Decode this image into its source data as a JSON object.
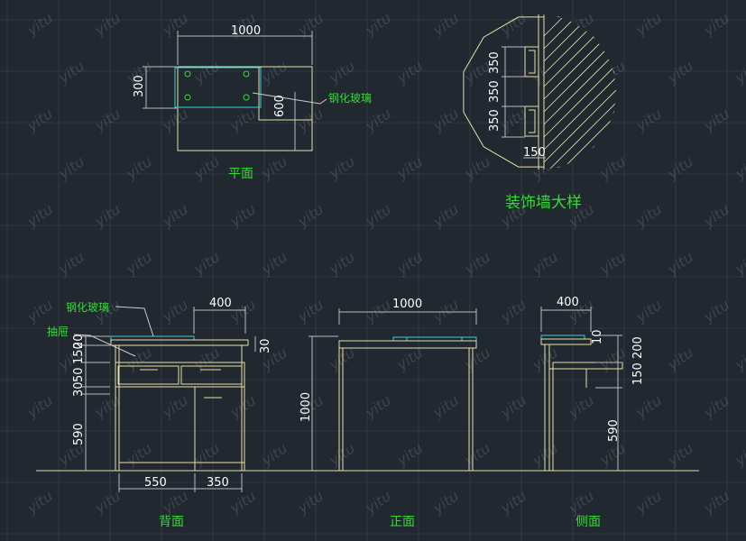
{
  "watermark": "yitu",
  "colors": {
    "background": "#212830",
    "outline": "#e8e0a8",
    "glass": "#38d0d8",
    "dim_text": "#ffffff",
    "label_text": "#33dd33",
    "grid": "#3a4450"
  },
  "plan": {
    "title": "平面",
    "dim_width": "1000",
    "dim_depth": "300",
    "dim_return": "600",
    "glass_label": "钢化玻璃"
  },
  "detail": {
    "title": "装饰墙大样",
    "dim_a": "350",
    "dim_b": "350",
    "dim_c": "350",
    "dim_d": "150"
  },
  "back_elevation": {
    "title": "背面",
    "glass_label": "钢化玻璃",
    "drawer_label": "抽屉",
    "dim_top": "400",
    "dim_v1": "20",
    "dim_v2": "150",
    "dim_v3": "50",
    "dim_v4": "30",
    "dim_v5": "590",
    "dim_right": "30",
    "dim_bottom_left": "550",
    "dim_bottom_right": "350"
  },
  "front_elevation": {
    "title": "正面",
    "dim_top": "1000",
    "dim_height": "1000"
  },
  "side_elevation": {
    "title": "侧面",
    "dim_top": "400",
    "dim_v1": "10",
    "dim_v2": "200",
    "dim_v3": "150",
    "dim_v4": "590"
  }
}
